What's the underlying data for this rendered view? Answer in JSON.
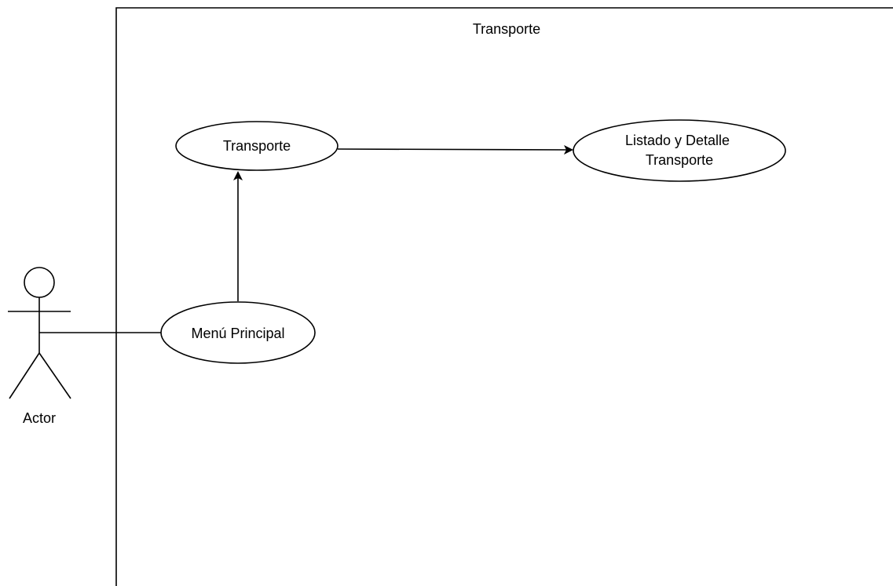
{
  "system": {
    "title": "Transporte"
  },
  "actor": {
    "label": "Actor"
  },
  "use_cases": {
    "transporte": "Transporte",
    "listado_line1": "Listado y Detalle",
    "listado_line2": "Transporte",
    "menu_principal": "Menú Principal"
  },
  "colors": {
    "stroke": "#000000",
    "fill": "#ffffff",
    "background": "#ffffff"
  }
}
